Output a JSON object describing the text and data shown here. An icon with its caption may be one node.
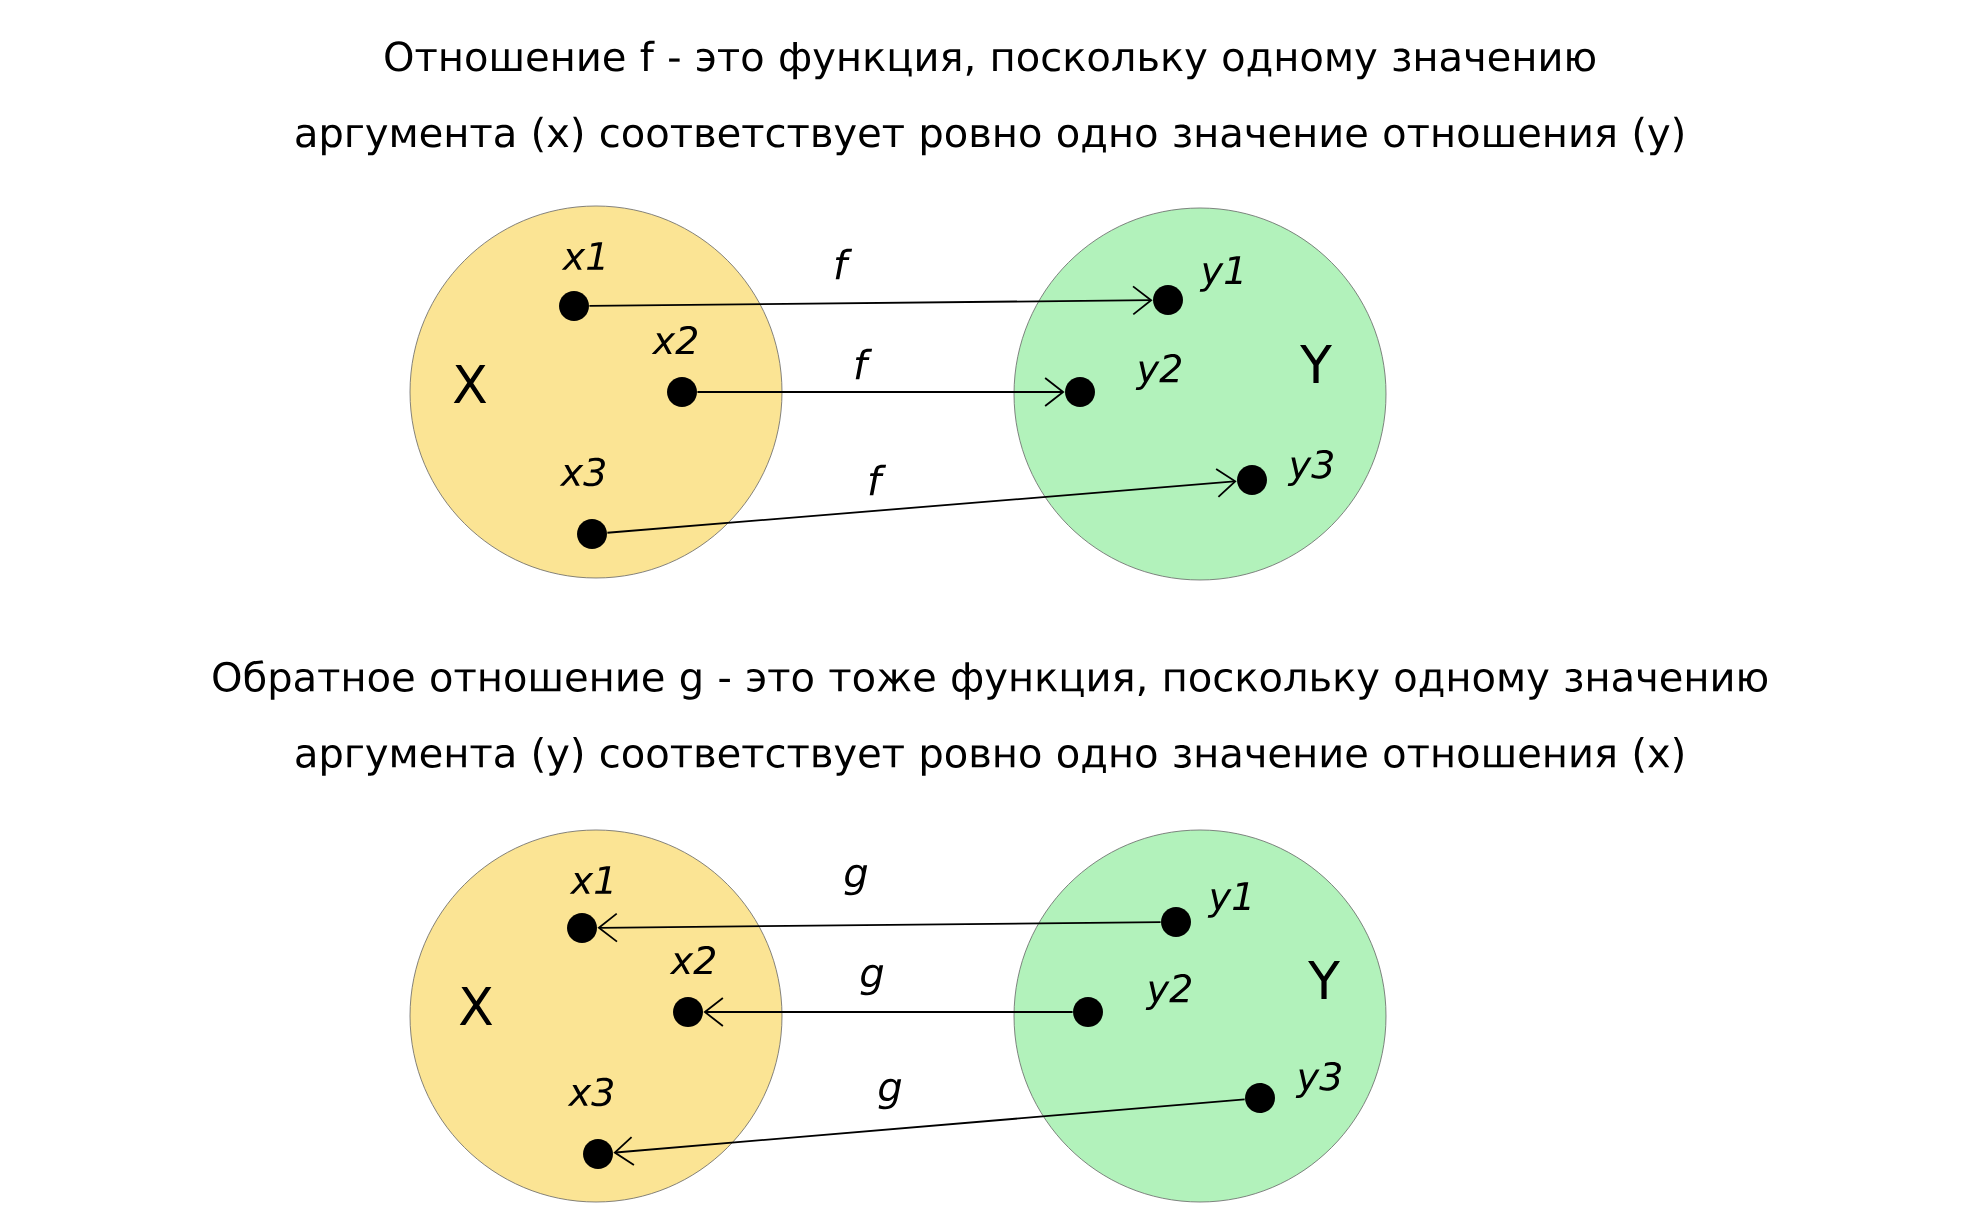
{
  "diagram": {
    "nodes": [
      {
        "text": [
          "X"
        ]
      },
      {
        "text": [],
        "shape": "circle",
        "beside": [
          "x1"
        ],
        "in": 0
      },
      {
        "text": [],
        "shape": "circle",
        "beside": [
          "x2"
        ],
        "in": 0
      },
      {
        "text": [],
        "shape": "circle",
        "beside": [
          "x3"
        ],
        "in": 0
      },
      {
        "text": [
          "Y"
        ]
      },
      {
        "text": [],
        "shape": "circle",
        "beside": [
          "y1"
        ],
        "in": 4
      },
      {
        "text": [],
        "shape": "circle",
        "beside": [
          "y2"
        ],
        "in": 4
      },
      {
        "text": [],
        "shape": "circle",
        "beside": [
          "y3"
        ],
        "in": 4
      },
      {
        "text": [
          "X"
        ]
      },
      {
        "text": [],
        "shape": "circle",
        "beside": [
          "x1"
        ],
        "in": 8
      },
      {
        "text": [],
        "shape": "circle",
        "beside": [
          "x2"
        ],
        "in": 8
      },
      {
        "text": [],
        "shape": "circle",
        "beside": [
          "x3"
        ],
        "in": 8
      },
      {
        "text": [
          "Y"
        ]
      },
      {
        "text": [],
        "shape": "circle",
        "beside": [
          "y1"
        ],
        "in": 12
      },
      {
        "text": [],
        "shape": "circle",
        "beside": [
          "y2"
        ],
        "in": 12
      },
      {
        "text": [],
        "shape": "circle",
        "beside": [
          "y3"
        ],
        "in": 12
      }
    ],
    "edges": [
      {
        "from": 1,
        "to": 5,
        "arrow": "to",
        "label": "f"
      },
      {
        "from": 2,
        "to": 6,
        "arrow": "to",
        "label": "f"
      },
      {
        "from": 3,
        "to": 7,
        "arrow": "to",
        "label": "f"
      },
      {
        "from": 13,
        "to": 9,
        "arrow": "to",
        "label": "g"
      },
      {
        "from": 14,
        "to": 10,
        "arrow": "to",
        "label": "g"
      },
      {
        "from": 15,
        "to": 11,
        "arrow": "to",
        "label": "g"
      }
    ],
    "labels": [
      "Отношение f - это функция, поскольку одному значению аргумента (x) соответствует ровно одно значение отношения (y)",
      "Обратное отношение g - это тоже функция, поскольку одному значению аргумента (y) соответствует ровно одно значение отношения (x)"
    ]
  }
}
